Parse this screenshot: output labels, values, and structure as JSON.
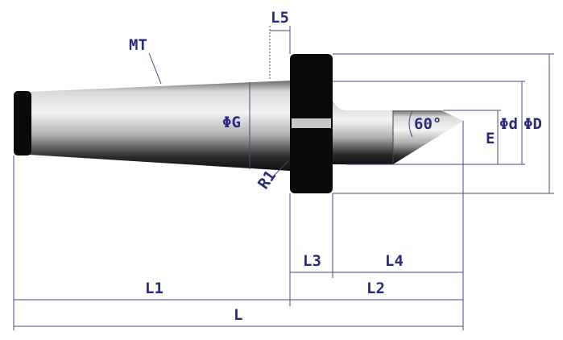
{
  "title": "Live center dimension drawing",
  "labels": {
    "mt": "MT",
    "l5": "L5",
    "phi_g": "ΦG",
    "r1": "R1",
    "angle": "60°",
    "e": "E",
    "phi_d_small": "Φd",
    "phi_d_large": "ΦD",
    "l3": "L3",
    "l4": "L4",
    "l1": "L1",
    "l2": "L2",
    "l": "L"
  },
  "colors": {
    "label": "#2a2a7a",
    "dimension_line": "#4a4a80",
    "flange": "#0a0a0a"
  }
}
